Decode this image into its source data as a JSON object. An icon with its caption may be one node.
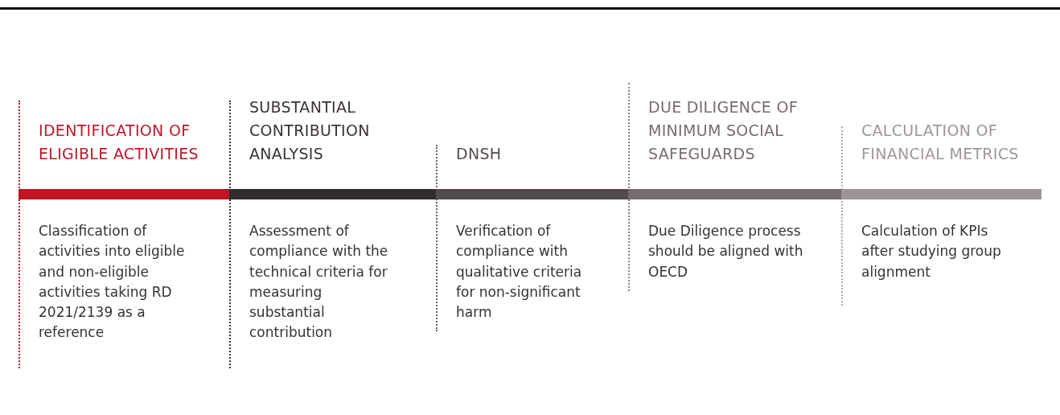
{
  "diagram": {
    "nodes": [
      {
        "text": [
          "IDENTIFICATION OF ELIGIBLE ACTIVITIES",
          "Classification of activities into eligible and non-eligible activities taking RD 2021/2139 as a reference"
        ]
      },
      {
        "text": [
          "SUBSTANTIAL CONTRIBUTION ANALYSIS",
          "Assessment of compliance with the technical criteria for measuring substantial contribution"
        ]
      },
      {
        "text": [
          "DNSH",
          "Verification of compliance with qualitative criteria for non-significant harm"
        ]
      },
      {
        "text": [
          "DUE DILIGENCE OF MINIMUM SOCIAL SAFEGUARDS",
          "Due Diligence process should be aligned with OECD"
        ]
      },
      {
        "text": [
          "CALCULATION OF FINANCIAL METRICS",
          "Calculation of KPIs after studying group alignment"
        ]
      }
    ]
  }
}
